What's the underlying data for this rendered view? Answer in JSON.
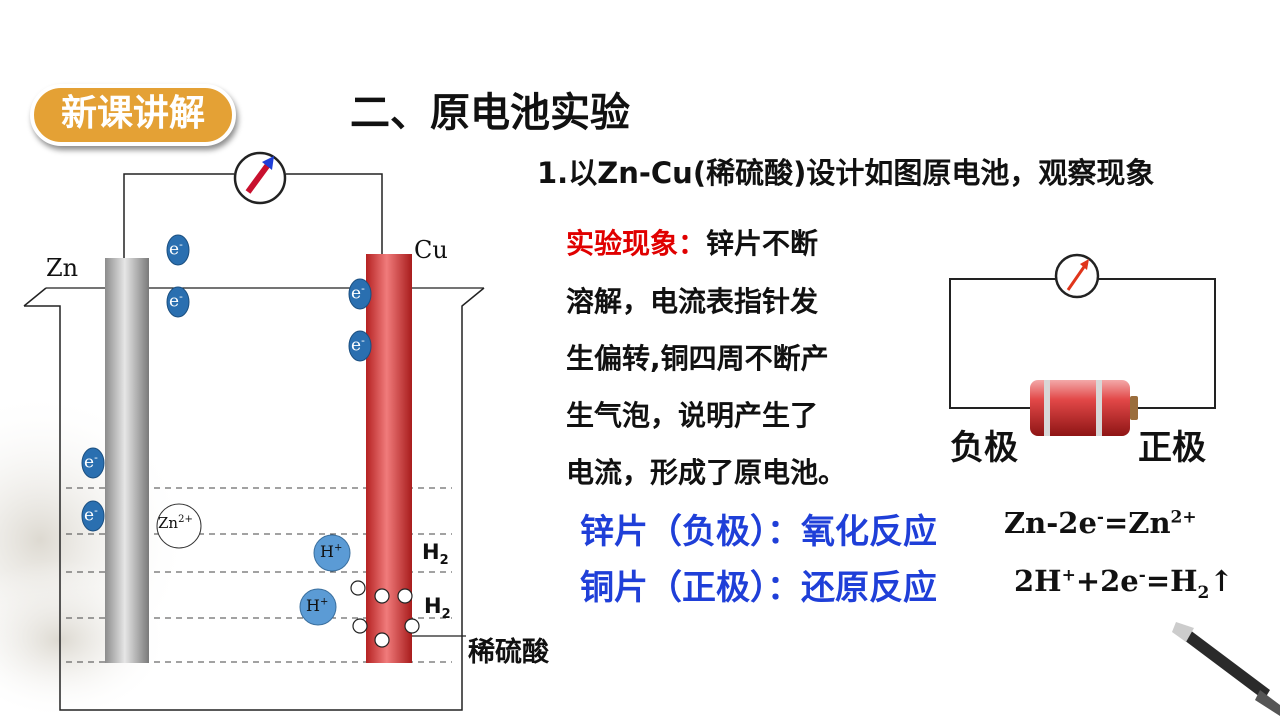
{
  "badge": "新课讲解",
  "title": "二、原电池实验",
  "subtitle": "1.以Zn-Cu(稀硫酸)设计如图原电池，观察现象",
  "observation": {
    "label": "实验现象：",
    "line1": "锌片不断",
    "line2": "溶解，电流表指针发",
    "line3": "生偏转,铜四周不断产",
    "line4": "生气泡，说明产生了",
    "line5": "电流，形成了原电池。"
  },
  "reactions": {
    "zinc_label": "锌片（负极）：氧化反应",
    "zinc_eq": {
      "a": "Zn-2e",
      "b": "-",
      "c": "=Zn",
      "d": "2+"
    },
    "copper_label": "铜片（正极）：还原反应",
    "copper_eq": {
      "a": "2H",
      "b": "+",
      "c": "+2e",
      "d": "-",
      "e": "=H",
      "f": "2",
      "g": "↑"
    }
  },
  "diagram": {
    "zn_label": "Zn",
    "cu_label": "Cu",
    "electron": "e",
    "electron_sup": "-",
    "zn_ion": "Zn",
    "zn_ion_sup": "2+",
    "h_ion": "H",
    "h_ion_sup": "+",
    "h2_label": "H",
    "h2_sub": "2",
    "acid_label": "稀硫酸"
  },
  "circuit": {
    "negative_label": "负极",
    "positive_label": "正极"
  },
  "colors": {
    "badge": "#e4a135",
    "copper_rod": "#d93a3a",
    "zinc_rod": "#a8a8a8",
    "electron": "#2a6fb0",
    "ion": "#5b9bd5",
    "reaction_text": "#1f3fd8",
    "highlight": "#e00000"
  }
}
